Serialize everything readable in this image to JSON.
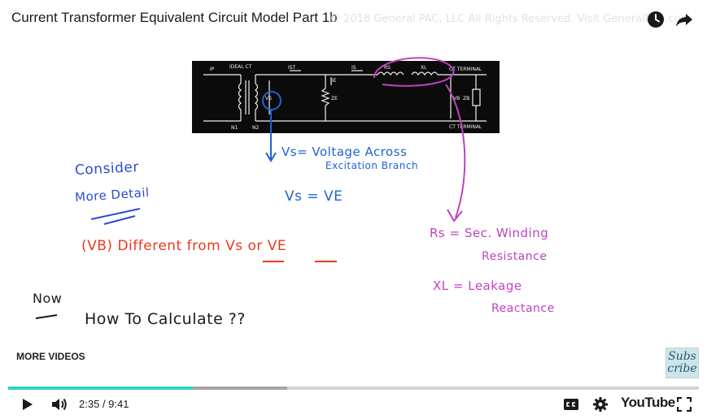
{
  "player": {
    "title": "Current Transformer Equivalent Circuit Model Part 1b",
    "watermark": "© 2018 General PAC, LLC All Rights Reserved. Visit GeneralPAC.com",
    "more_videos": "MORE VIDEOS",
    "subscribe_line1": "Subs",
    "subscribe_line2": "cribe",
    "time": "2:35 / 9:41",
    "progress_played": 0.267,
    "progress_buffered": 0.404,
    "brand": "YouTube",
    "accent_color": "#2bd4c7",
    "icons": [
      "clock-icon",
      "share-icon",
      "play-icon",
      "volume-icon",
      "cc-icon",
      "gear-icon",
      "fullscreen-icon"
    ]
  },
  "diagram": {
    "ip": "IP",
    "ideal_ct": "IDEAL CT",
    "ist": "IST",
    "is": "IS",
    "rs": "RS",
    "xl": "XL",
    "ct_terminal_top": "CT TERMINAL",
    "ie": "IE",
    "ze": "ZE",
    "vs": "VS",
    "vb": "VB",
    "zb": "ZB",
    "n1": "N1",
    "n2": "N2",
    "ct_terminal_bottom": "CT TERMINAL"
  },
  "notes": {
    "vs_def_1": "Vs= Voltage Across",
    "vs_def_2": "Excitation Branch",
    "vs_eq": "Vs = VE",
    "consider_1": "Consider",
    "consider_2": "More Detail",
    "different": "(VB) Different from Vs or VE",
    "rs_def_1": "Rs = Sec. Winding",
    "rs_def_2": "Resistance",
    "xl_def_1": "XL = Leakage",
    "xl_def_2": "Reactance",
    "now": "Now",
    "how": "How To Calculate ??"
  }
}
